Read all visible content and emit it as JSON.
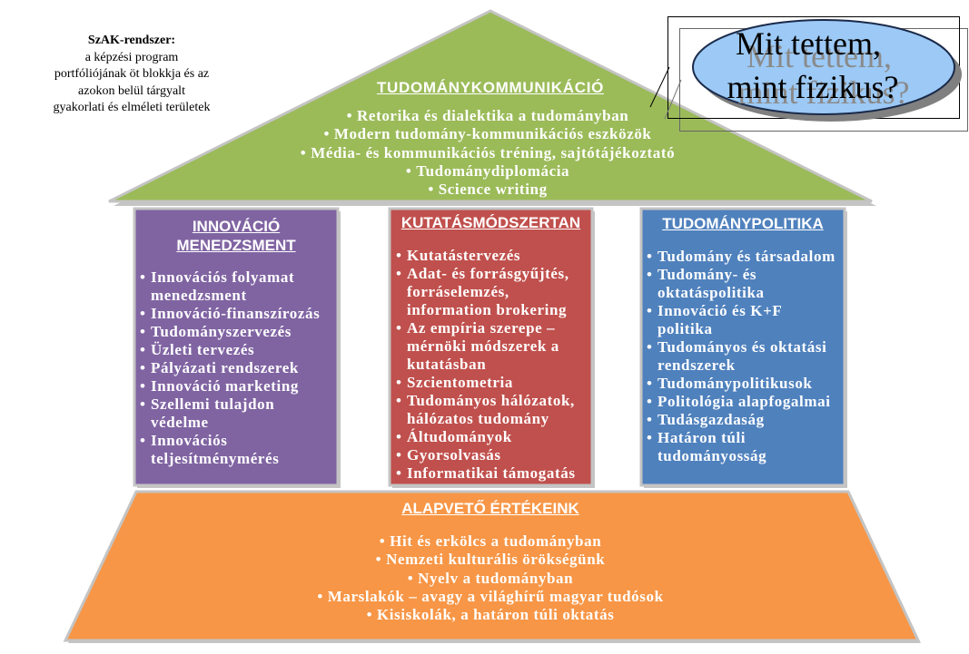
{
  "caption": {
    "title": "SzAK-rendszer:",
    "text": "a képzési program\nportfóliójának öt blokkja és az\nazokon belül tárgyalt\ngyakorlati és elméleti területek"
  },
  "callout": {
    "line1": "Mit tettem,",
    "line2": "mint fizikus?",
    "fill": "#9cc9f5"
  },
  "roof": {
    "title": "TUDOMÁNYKOMMUNIKÁCIÓ",
    "color": "#9bbb59",
    "items": [
      "Retorika és dialektika a tudományban",
      "Modern tudomány-kommunikációs eszközök",
      "Média- és kommunikációs tréning, sajtótájékoztató",
      "Tudománydiplomácia",
      "Science writing"
    ]
  },
  "pillars": [
    {
      "title": "INNOVÁCIÓ\nMENEDZSMENT",
      "color": "#8064a2",
      "items": [
        "Innovációs folyamat\nmenedzsment",
        "Innováció-finanszírozás",
        "Tudományszervezés",
        "Üzleti tervezés",
        "Pályázati rendszerek",
        "Innováció marketing",
        "Szellemi tulajdon\nvédelme",
        "Innovációs\nteljesítménymérés"
      ]
    },
    {
      "title": "KUTATÁSMÓDSZERTAN",
      "color": "#c0504d",
      "items": [
        "Kutatástervezés",
        "Adat- és forrásgyűjtés,\nforráselemzés,\ninformation brokering",
        "Az empíria szerepe –\nmérnöki módszerek a\nkutatásban",
        "Szcientometria",
        "Tudományos hálózatok,\nhálózatos tudomány",
        "Áltudományok",
        "Gyorsolvasás",
        "Informatikai támogatás"
      ]
    },
    {
      "title": "TUDOMÁNYPOLITIKA",
      "color": "#4f81bd",
      "items": [
        "Tudomány és társadalom",
        "Tudomány- és\noktatáspolitika",
        "Innováció és K+F\npolitika",
        "Tudományos és oktatási\nrendszerek",
        "Tudománypolitikusok",
        "Politológia alapfogalmai",
        "Tudásgazdaság",
        "Határon túli\ntudományosság"
      ]
    }
  ],
  "base": {
    "title": "ALAPVETŐ ÉRTÉKEINK",
    "color": "#f79646",
    "items": [
      "Hit és erkölcs a tudományban",
      "Nemzeti kulturális örökségünk",
      "Nyelv a tudományban",
      "Marslakók – avagy a világhírű magyar tudósok",
      "Kisiskolák, a határon túli oktatás"
    ]
  }
}
